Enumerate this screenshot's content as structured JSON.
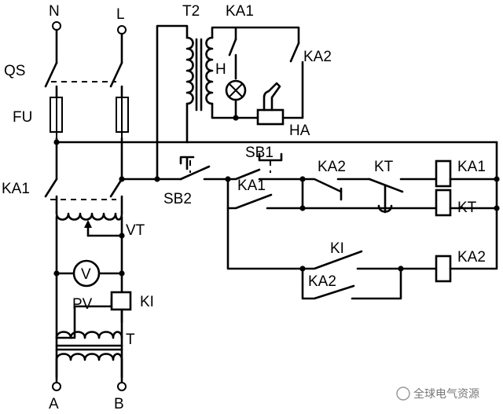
{
  "labels": {
    "N": "N",
    "L": "L",
    "QS": "QS",
    "FU": "FU",
    "KA1_main": "KA1",
    "VT": "VT",
    "PV": "PV",
    "V": "V",
    "KI": "KI",
    "T": "T",
    "A": "A",
    "B": "B",
    "T2": "T2",
    "KA1_alarm": "KA1",
    "H": "H",
    "KA2_alarm": "KA2",
    "HA": "HA",
    "SB1": "SB1",
    "SB2": "SB2",
    "KA2_r1": "KA2",
    "KT_r1": "KT",
    "KA1_coil": "KA1",
    "KA1_hold": "KA1",
    "KT_coil": "KT",
    "KI_contact": "KI",
    "KA2_hold": "KA2",
    "KA2_coil": "KA2"
  },
  "watermark": "全球电气资源"
}
